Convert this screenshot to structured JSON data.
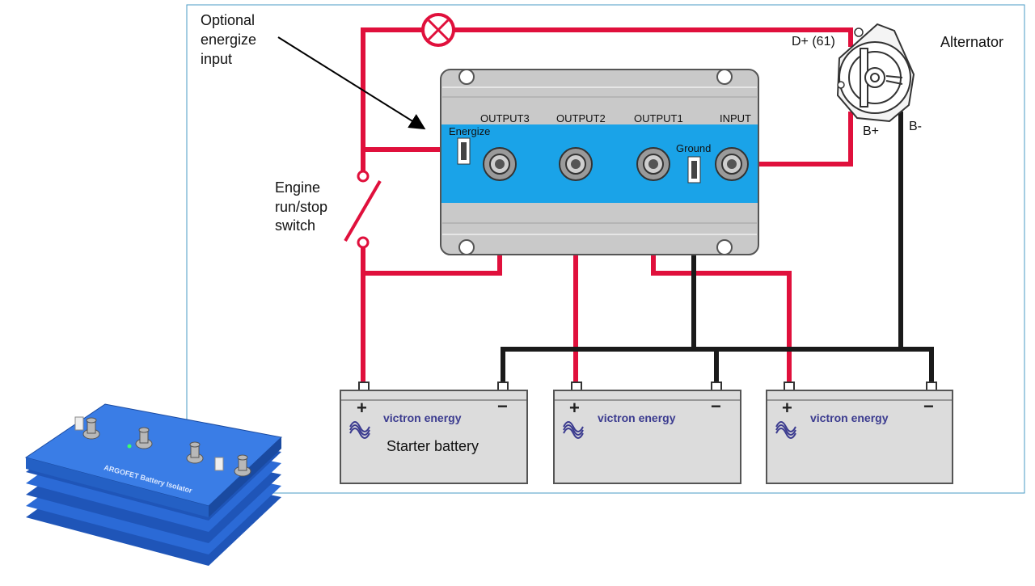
{
  "labels": {
    "energize_input": [
      "Optional",
      "energize",
      "input"
    ],
    "switch": [
      "Engine",
      "run/stop",
      "switch"
    ],
    "alternator": "Alternator",
    "d_plus": "D+ (61)",
    "b_plus": "B+",
    "b_minus": "B-",
    "starter_battery": "Starter battery"
  },
  "isolator": {
    "outputs": [
      "OUTPUT3",
      "OUTPUT2",
      "OUTPUT1",
      "INPUT"
    ],
    "energize": "Energize",
    "ground": "Ground"
  },
  "batteries": [
    {
      "brand": "victron energy",
      "plus": "+",
      "minus": "−"
    },
    {
      "brand": "victron energy",
      "plus": "+",
      "minus": "−"
    },
    {
      "brand": "victron energy",
      "plus": "+",
      "minus": "−"
    }
  ],
  "product": {
    "label": "ARGOFET Battery Isolator"
  },
  "colors": {
    "wire_positive": "#e0103c",
    "wire_negative": "#1a1a1a",
    "isolator_blue": "#1aa3e8",
    "isolator_grey": "#c9c9c9",
    "battery_grey": "#dcdcdc",
    "frame_border": "#4a9bc4",
    "product_blue": "#2060c8"
  }
}
